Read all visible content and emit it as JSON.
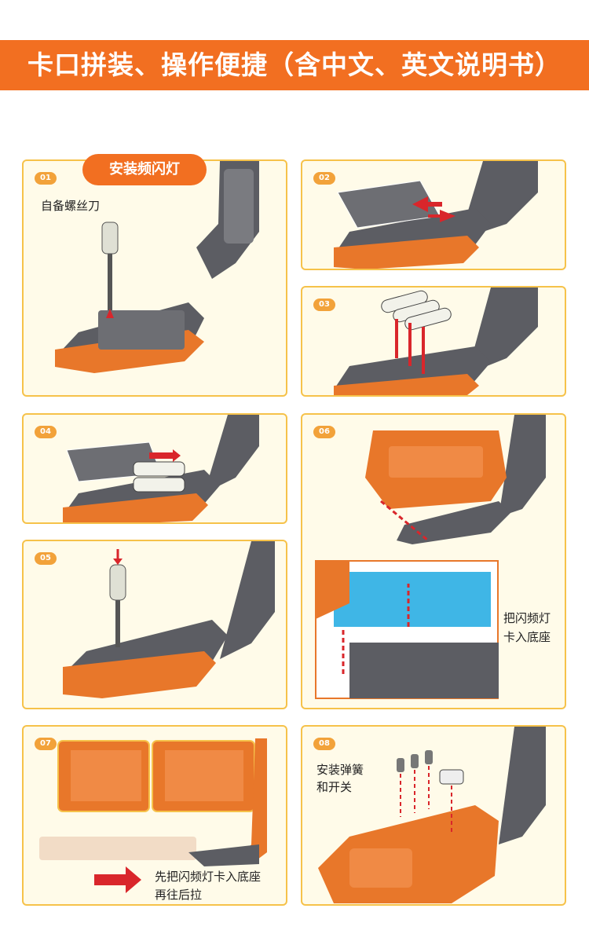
{
  "header": {
    "title": "卡口拼装、操作便捷（含中文、英文说明书）"
  },
  "colors": {
    "accent": "#f26f21",
    "panel_border": "#f6c24a",
    "panel_bg": "#fffbe9",
    "badge": "#f2a23a",
    "device_gray": "#5c5d63",
    "device_orange": "#e8772a",
    "highlight_blue": "#3fb6e6",
    "arrow_red": "#d9262b"
  },
  "section_title": "安装频闪灯",
  "steps": [
    {
      "number": "01",
      "caption": "自备螺丝刀"
    },
    {
      "number": "02",
      "caption": ""
    },
    {
      "number": "03",
      "caption": ""
    },
    {
      "number": "04",
      "caption": ""
    },
    {
      "number": "05",
      "caption": ""
    },
    {
      "number": "06",
      "caption_line1": "把闪频灯",
      "caption_line2": "卡入底座"
    },
    {
      "number": "07",
      "caption_line1": "先把闪频灯卡入底座",
      "caption_line2": "再往后拉"
    },
    {
      "number": "08",
      "caption_line1": "安装弹簧",
      "caption_line2": "和开关"
    }
  ]
}
